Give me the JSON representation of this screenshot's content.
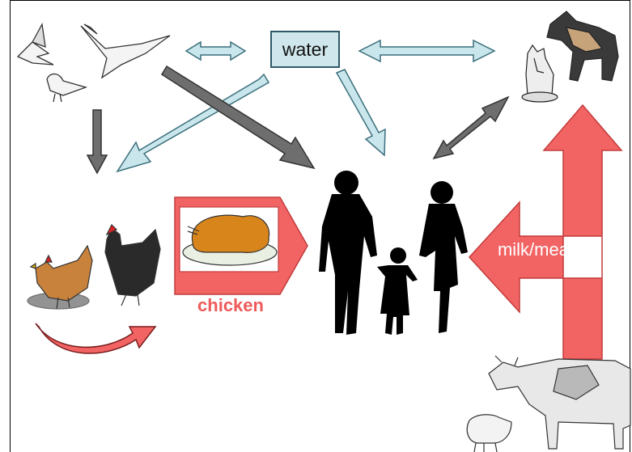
{
  "labels": {
    "water": "water",
    "chicken": "chicken",
    "milk_meat": "milk/meat"
  },
  "nodes": {
    "wild_birds": "wild-birds-illustration",
    "pets": "cat-and-dog-illustration",
    "poultry": "hen-and-rooster-illustration",
    "family": "family-silhouette",
    "cattle": "cow-and-sheep-illustration",
    "roast": "roast-chicken-illustration"
  },
  "colors": {
    "water_fill": "#cfe7ec",
    "water_border": "#2d5a66",
    "light_arrow_fill": "#c9e6ec",
    "dark_arrow_fill": "#6e6e6e",
    "food_arrow_fill": "#f26464",
    "label_red": "#ef5a5a"
  }
}
